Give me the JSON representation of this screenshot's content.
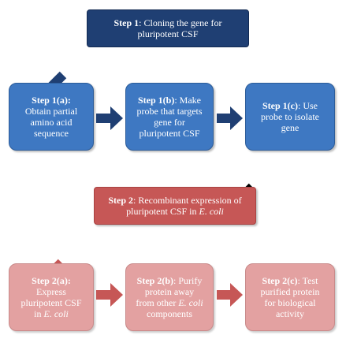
{
  "step1": {
    "bold": "Step 1",
    "rest": ": Cloning the gene for",
    "line2": "pluripotent CSF"
  },
  "step1a": {
    "bold": "Step 1(a):",
    "line1": "Obtain partial",
    "line2": "amino acid",
    "line3": "sequence"
  },
  "step1b": {
    "bold": "Step 1(b)",
    "rest": ": Make",
    "line1": "probe that targets",
    "line2": "gene for",
    "line3": "pluripotent CSF"
  },
  "step1c": {
    "bold": "Step 1(c)",
    "rest": ": Use",
    "line1": "probe to isolate",
    "line2": "gene"
  },
  "step2": {
    "bold": "Step 2",
    "rest": ": Recombinant expression of",
    "line2a": "pluripotent CSF in ",
    "line2b": "E. coli"
  },
  "step2a": {
    "bold": "Step 2(a):",
    "line1": "Express",
    "line2": "pluripotent CSF",
    "line3a": "in ",
    "line3b": "E. coli"
  },
  "step2b": {
    "bold": "Step 2(b)",
    "rest": ": Purify",
    "line1": "protein away",
    "line2a": "from other ",
    "line2b": "E. coli",
    "line3": "components"
  },
  "step2c": {
    "bold": "Step 2(c)",
    "rest": ": Test",
    "line1": "purified protein",
    "line2": "for biological",
    "line3": "activity"
  },
  "colors": {
    "dark_blue": "#1f3f73",
    "blue": "#3e78c2",
    "red": "#c65756",
    "pink": "#e3a1a1",
    "arrow_dark": "#1f3f73",
    "arrow_black": "#000000",
    "arrow_red": "#c65756"
  }
}
